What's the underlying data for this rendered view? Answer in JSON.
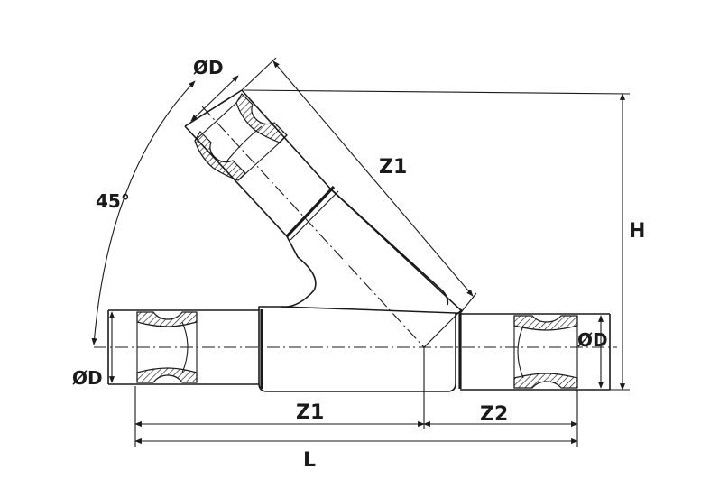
{
  "labels": {
    "od_top": "ØD",
    "od_left": "ØD",
    "od_right": "ØD",
    "angle": "45°",
    "z1_branch": "Z1",
    "z1_bottom": "Z1",
    "z2_bottom": "Z2",
    "length": "L",
    "height": "H"
  }
}
